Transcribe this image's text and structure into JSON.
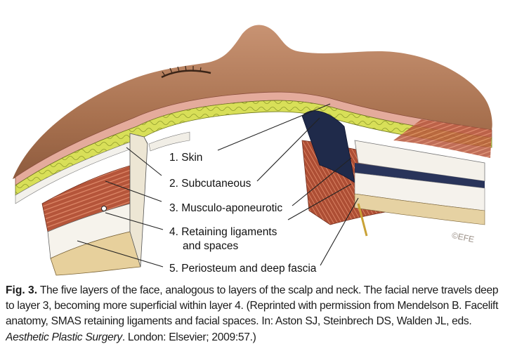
{
  "figure": {
    "labels": [
      "1. Skin",
      "2. Subcutaneous",
      "3. Musculo-aponeurotic",
      "4. Retaining ligaments",
      "and spaces",
      "5. Periosteum and deep fascia"
    ],
    "artist_mark": "©EFE",
    "colors": {
      "skin": "#b07a57",
      "dermis": "#e2a99b",
      "fat": "#d9e05a",
      "muscle": "#b5553a",
      "fascia": "#f4f1ea",
      "bone": "#e8d3a0",
      "deep_fascia": "#1f2a4a"
    }
  },
  "caption": {
    "fig_label": "Fig. 3.",
    "part1": "The five layers of the face, analogous to layers of the scalp and neck. The facial nerve travels deep to layer 3, becoming more superficial within layer 4. (Reprinted with permission from Mendelson B. Facelift anatomy, SMAS retaining ligaments and facial spaces. In: Aston SJ, Steinbrech DS, Walden JL, eds. ",
    "journal": "Aesthetic Plastic Surgery",
    "part2": ". London: Elsevier; 2009:57.)"
  }
}
